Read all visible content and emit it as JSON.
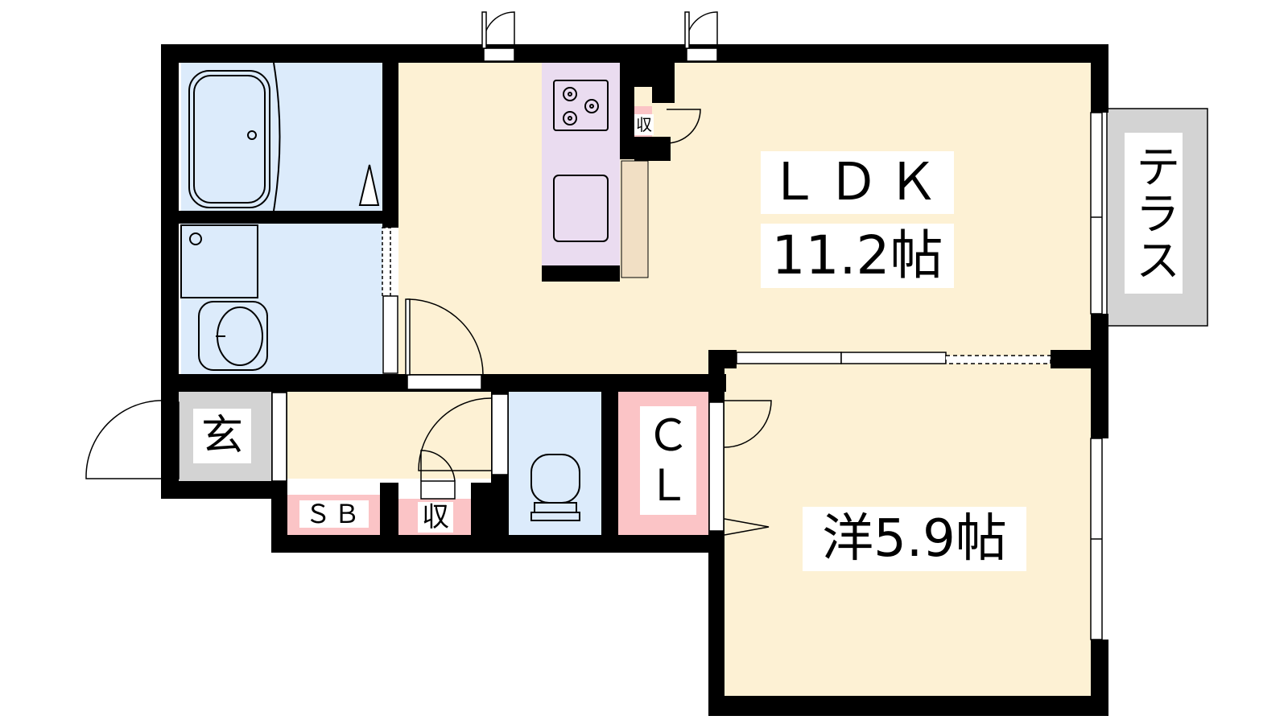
{
  "rooms": {
    "ldk": {
      "name": "ＬＤＫ",
      "size": "11.2帖"
    },
    "western": {
      "label": "洋5.9帖"
    },
    "terrace": {
      "label": "テラス"
    },
    "entrance": {
      "label": "玄"
    },
    "closet": {
      "line1": "Ｃ",
      "line2": "Ｌ"
    },
    "shoe_box": {
      "label": "ＳＢ"
    },
    "storage_hall": {
      "label": "収"
    },
    "storage_kitchen": {
      "label": "収"
    }
  },
  "colors": {
    "wall": "#000000",
    "living_floor": "#fdf1d4",
    "wet_area": "#dcebfb",
    "kitchen_counter": "#eadcf0",
    "closet": "#fbc4c6",
    "terrace": "#d3d3d3",
    "entrance": "#d3d3d3",
    "fridge_space": "#f1dfc4"
  }
}
